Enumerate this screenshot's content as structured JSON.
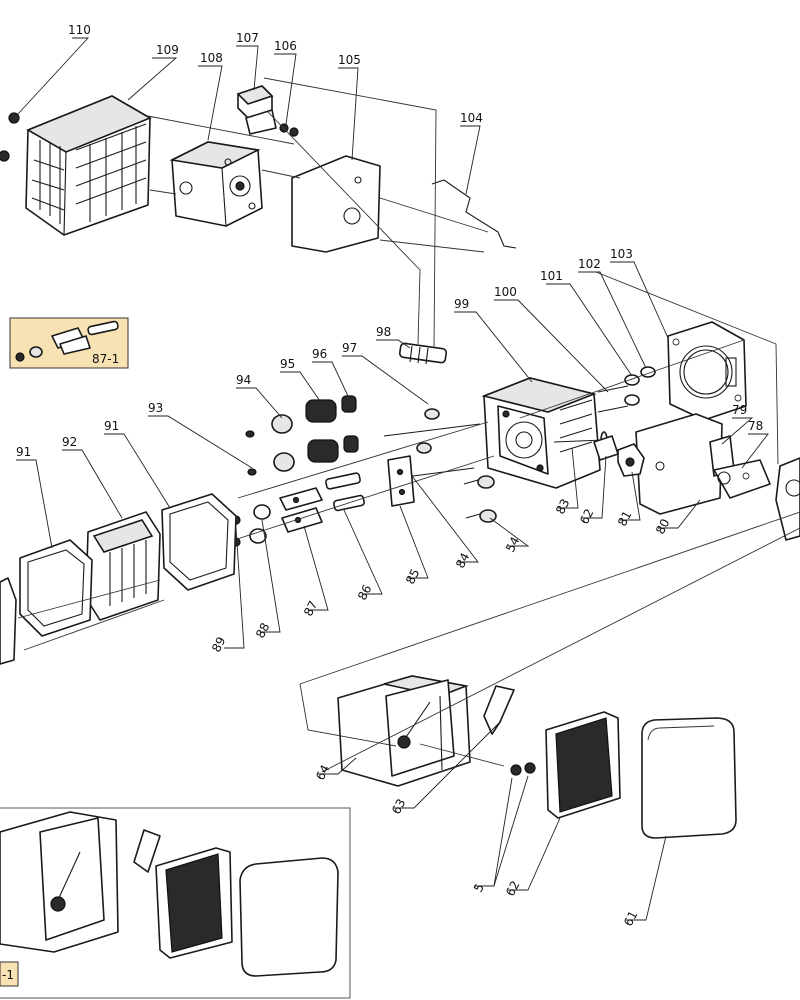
{
  "labels": {
    "p110": "110",
    "p109": "109",
    "p108": "108",
    "p107": "107",
    "p106": "106",
    "p105": "105",
    "p104": "104",
    "p103": "103",
    "p102": "102",
    "p101": "101",
    "p100": "100",
    "p99": "99",
    "p98": "98",
    "p97": "97",
    "p96": "96",
    "p95": "95",
    "p94": "94",
    "p93": "93",
    "p92": "92",
    "p91a": "91",
    "p91b": "91",
    "p89": "89",
    "p88": "88",
    "p87": "87",
    "p86": "86",
    "p85": "85",
    "p84": "84",
    "p83": "83",
    "p62a": "62",
    "p81": "81",
    "p80": "80",
    "p79": "79",
    "p78": "78",
    "p54": "54",
    "p64": "64",
    "p63": "63",
    "p5": "5",
    "p62b": "62",
    "p61": "61"
  },
  "inset_top": {
    "label": "87-1"
  },
  "inset_bottom": {
    "label": "-1"
  }
}
